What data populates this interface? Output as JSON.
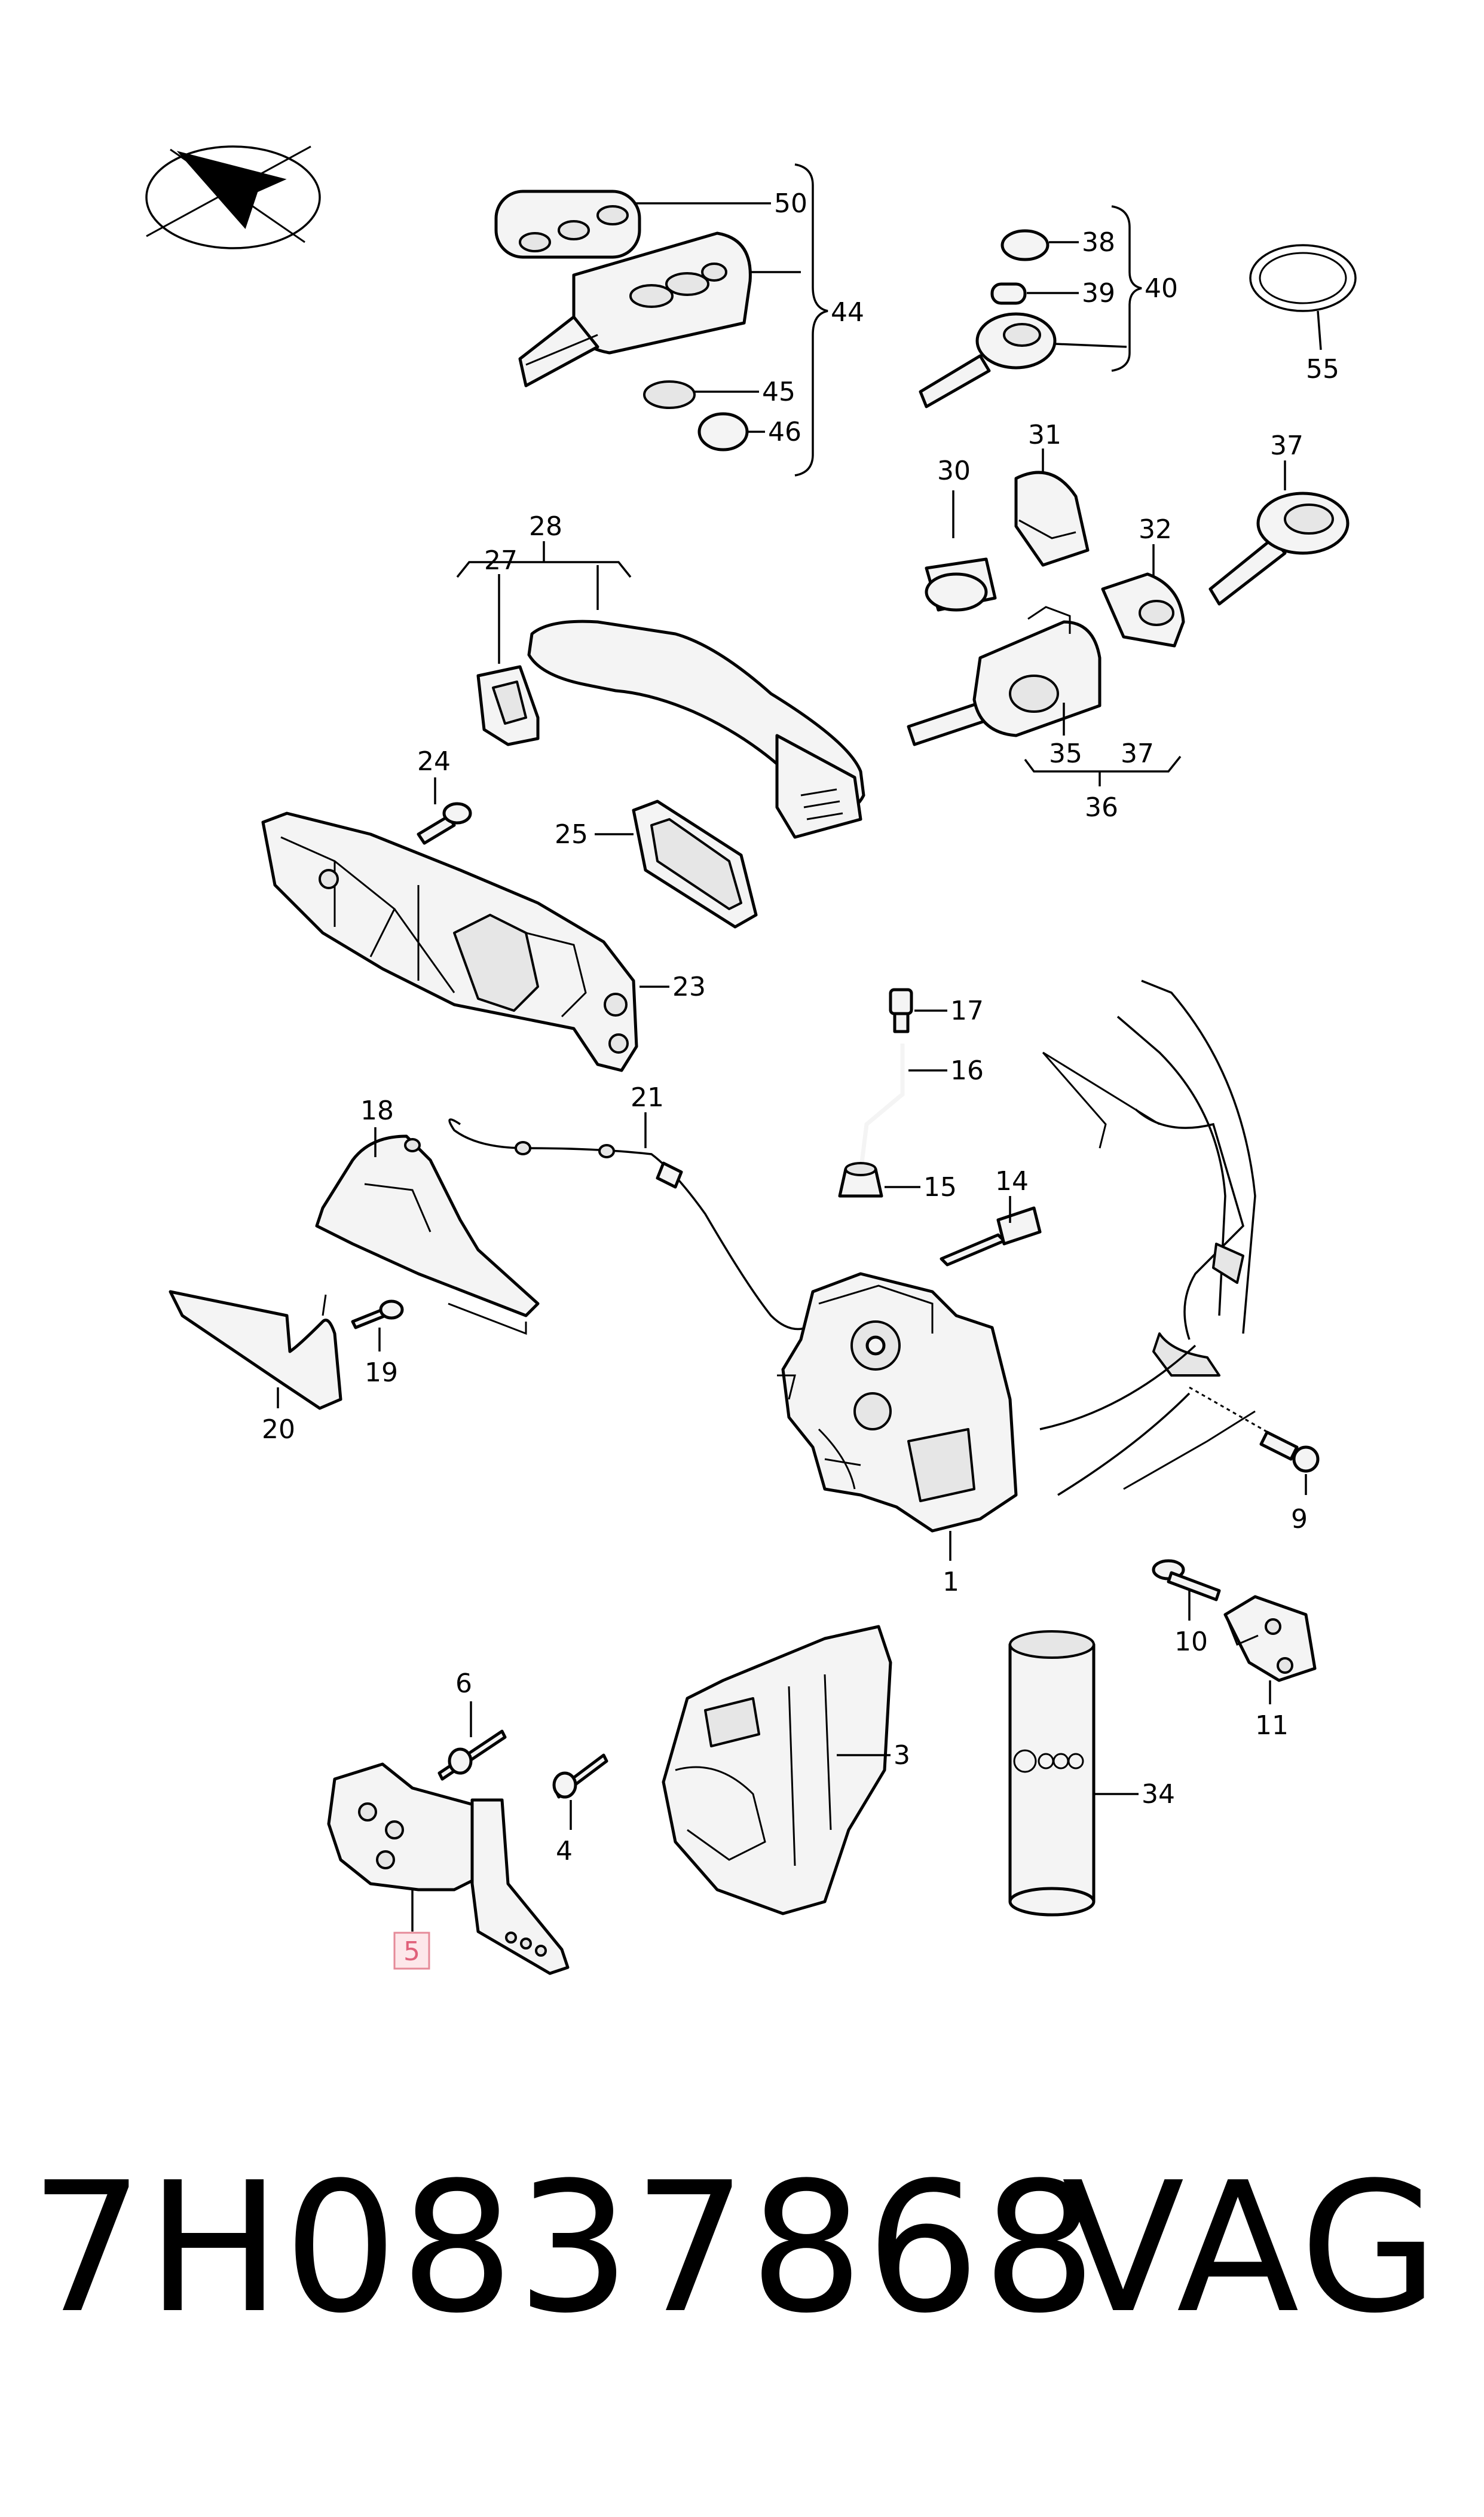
{
  "callouts": {
    "c50": "50",
    "c44": "44",
    "c45": "45",
    "c46": "46",
    "c38": "38",
    "c39": "39",
    "c40": "40",
    "c55": "55",
    "c30": "30",
    "c31": "31",
    "c37a": "37",
    "c32": "32",
    "c28": "28",
    "c27": "27",
    "c35": "35",
    "c37b": "37",
    "c36": "36",
    "c24": "24",
    "c25": "25",
    "c23": "23",
    "c17": "17",
    "c16": "16",
    "c15": "15",
    "c14": "14",
    "c18": "18",
    "c21": "21",
    "c19": "19",
    "c20": "20",
    "c9": "9",
    "c1": "1",
    "c10": "10",
    "c11": "11",
    "c6": "6",
    "c4": "4",
    "c3": "3",
    "c34": "34",
    "c5": "5"
  },
  "highlight_part": "5",
  "footer": {
    "part_number": "7H0837868",
    "brand": "VAG"
  },
  "colors": {
    "highlight": "#e0607a",
    "ink": "#000000"
  }
}
